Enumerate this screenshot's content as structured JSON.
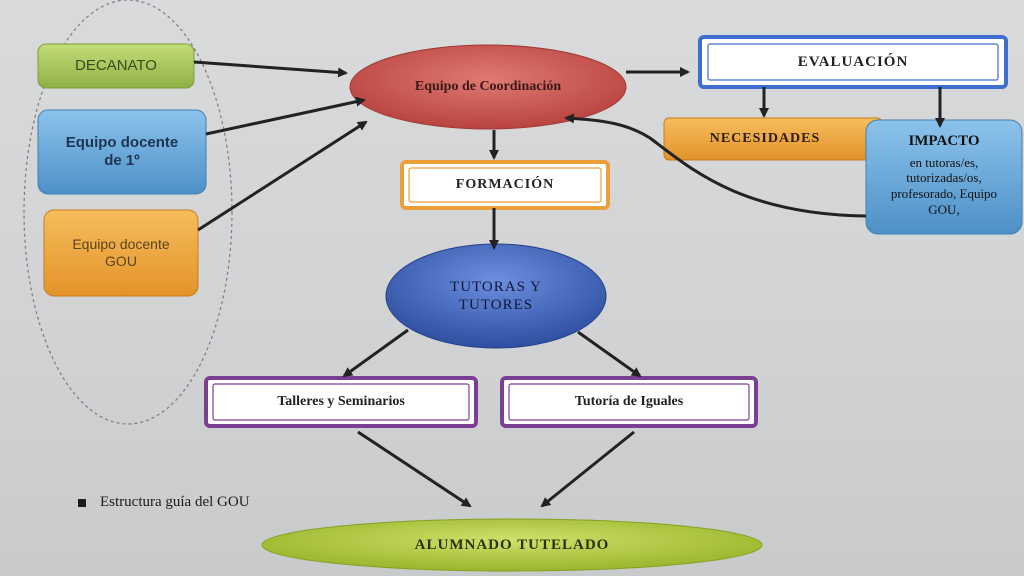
{
  "nodes": {
    "decanato": "DECANATO",
    "equipo_1": "Equipo docente de 1º",
    "equipo_gou": "Equipo docente GOU",
    "coordinacion": "Equipo de Coordinación",
    "evaluacion": "EVALUACIÓN",
    "necesidades": "NECESIDADES",
    "impacto_title": "IMPACTO",
    "impacto_detail": "en tutoras/es, tutorizadas/os, profesorado, Equipo GOU,",
    "formacion": "FORMACIÓN",
    "tutores": "TUTORAS Y TUTORES",
    "talleres": "Talleres y Seminarios",
    "iguales": "Tutoría de Iguales",
    "alumnado": "ALUMNADO TUTELADO"
  },
  "caption": "Estructura guía del GOU",
  "colors": {
    "green": "#a9c95a",
    "blue": "#5fa3d6",
    "orange": "#f0a338",
    "red": "#cc5a55",
    "navy": "#3a62b8",
    "purple": "#7a3f93",
    "lime": "#b6cd3e"
  }
}
